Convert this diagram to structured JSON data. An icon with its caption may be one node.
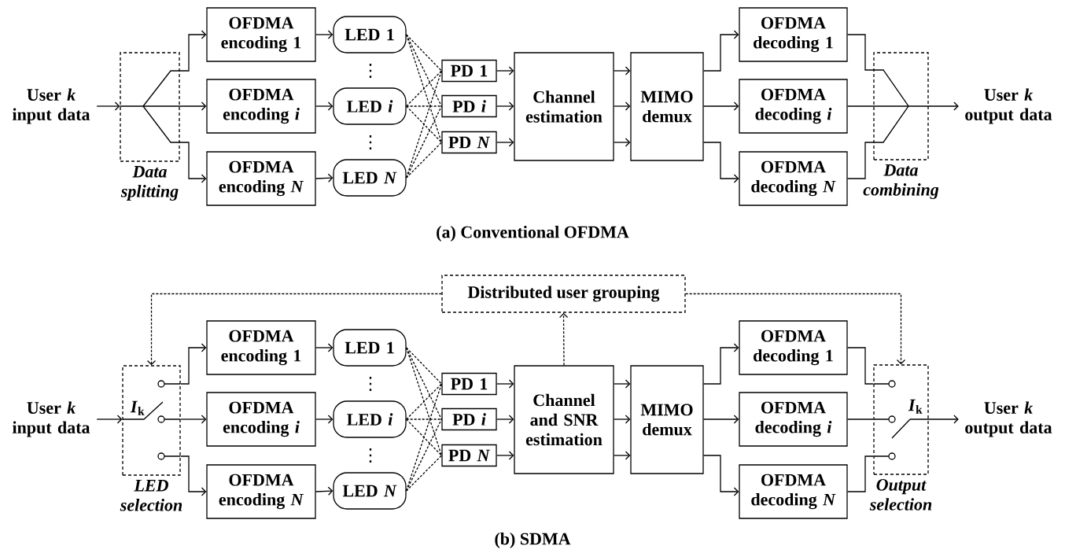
{
  "diagram": {
    "nodes": [
      {
        "text": [
          "User *k* input data"
        ]
      },
      {
        "text": [],
        "shape": "box",
        "beside": [
          "Data splitting"
        ]
      },
      {
        "text": [
          "OFDMA encoding 1"
        ]
      },
      {
        "text": [
          "OFDMA encoding *i*"
        ]
      },
      {
        "text": [
          "OFDMA encoding *N*"
        ]
      },
      {
        "text": [
          "LED 1"
        ]
      },
      {
        "text": [
          "LED *i*"
        ]
      },
      {
        "text": [
          "LED *N*"
        ]
      },
      {
        "text": [
          "PD 1"
        ]
      },
      {
        "text": [
          "PD *i*"
        ]
      },
      {
        "text": [
          "PD *N*"
        ]
      },
      {
        "text": [
          "Channel estimation"
        ]
      },
      {
        "text": [
          "MIMO demux"
        ]
      },
      {
        "text": [
          "OFDMA decoding 1"
        ]
      },
      {
        "text": [
          "OFDMA decoding *i*"
        ]
      },
      {
        "text": [
          "OFDMA decoding *N*"
        ]
      },
      {
        "text": [],
        "shape": "box",
        "beside": [
          "Data combining"
        ]
      },
      {
        "text": [
          "User *k* output data"
        ]
      },
      {
        "text": [
          "Distributed user grouping"
        ]
      },
      {
        "text": [
          "User *k* input data"
        ]
      },
      {
        "text": [
          "*I*$_{k}$"
        ],
        "beside": [
          "LED selection"
        ]
      },
      {
        "text": [
          "OFDMA encoding 1"
        ]
      },
      {
        "text": [
          "OFDMA encoding *i*"
        ]
      },
      {
        "text": [
          "OFDMA encoding *N*"
        ]
      },
      {
        "text": [
          "LED 1"
        ]
      },
      {
        "text": [
          "LED *i*"
        ]
      },
      {
        "text": [
          "LED *N*"
        ]
      },
      {
        "text": [
          "PD 1"
        ]
      },
      {
        "text": [
          "PD *i*"
        ]
      },
      {
        "text": [
          "PD *N*"
        ]
      },
      {
        "text": [
          "Channel and SNR estimation"
        ]
      },
      {
        "text": [
          "MIMO demux"
        ]
      },
      {
        "text": [
          "OFDMA decoding 1"
        ]
      },
      {
        "text": [
          "OFDMA decoding *i*"
        ]
      },
      {
        "text": [
          "OFDMA decoding *N*"
        ]
      },
      {
        "text": [
          "*I*$_{k}$"
        ],
        "beside": [
          "Output selection"
        ]
      },
      {
        "text": [
          "User *k* output data"
        ]
      }
    ],
    "edges": [
      {
        "from": 0,
        "to": 1,
        "arrow": "to"
      },
      {
        "from": 1,
        "to": 2,
        "arrow": "to"
      },
      {
        "from": 1,
        "to": 3,
        "arrow": "to"
      },
      {
        "from": 1,
        "to": 4,
        "arrow": "to"
      },
      {
        "from": 2,
        "to": 5,
        "arrow": "to"
      },
      {
        "from": 3,
        "to": 6,
        "arrow": "to"
      },
      {
        "from": 4,
        "to": 7,
        "arrow": "to"
      },
      {
        "from": 5,
        "to": 8,
        "arrow": "none",
        "style": "dashed"
      },
      {
        "from": 5,
        "to": 9,
        "arrow": "none",
        "style": "dashed"
      },
      {
        "from": 5,
        "to": 10,
        "arrow": "none",
        "style": "dashed"
      },
      {
        "from": 6,
        "to": 8,
        "arrow": "none",
        "style": "dashed"
      },
      {
        "from": 6,
        "to": 9,
        "arrow": "none",
        "style": "dashed"
      },
      {
        "from": 6,
        "to": 10,
        "arrow": "none",
        "style": "dashed"
      },
      {
        "from": 7,
        "to": 8,
        "arrow": "none",
        "style": "dashed"
      },
      {
        "from": 7,
        "to": 9,
        "arrow": "none",
        "style": "dashed"
      },
      {
        "from": 7,
        "to": 10,
        "arrow": "none",
        "style": "dashed"
      },
      {
        "from": 8,
        "to": 11,
        "arrow": "to"
      },
      {
        "from": 9,
        "to": 11,
        "arrow": "to"
      },
      {
        "from": 10,
        "to": 11,
        "arrow": "to"
      },
      {
        "from": 11,
        "to": 12,
        "arrow": "to"
      },
      {
        "from": 11,
        "to": 12,
        "arrow": "to"
      },
      {
        "from": 11,
        "to": 12,
        "arrow": "to"
      },
      {
        "from": 12,
        "to": 13,
        "arrow": "to"
      },
      {
        "from": 12,
        "to": 14,
        "arrow": "to"
      },
      {
        "from": 12,
        "to": 15,
        "arrow": "to"
      },
      {
        "from": 13,
        "to": 16,
        "arrow": "none"
      },
      {
        "from": 14,
        "to": 16,
        "arrow": "none"
      },
      {
        "from": 15,
        "to": 16,
        "arrow": "none"
      },
      {
        "from": 16,
        "to": 17,
        "arrow": "to"
      },
      {
        "from": 19,
        "to": 20,
        "arrow": "to"
      },
      {
        "from": 20,
        "to": 21,
        "arrow": "to"
      },
      {
        "from": 20,
        "to": 22,
        "arrow": "to"
      },
      {
        "from": 20,
        "to": 23,
        "arrow": "to"
      },
      {
        "from": 21,
        "to": 24,
        "arrow": "to"
      },
      {
        "from": 22,
        "to": 25,
        "arrow": "to"
      },
      {
        "from": 23,
        "to": 26,
        "arrow": "to"
      },
      {
        "from": 24,
        "to": 27,
        "arrow": "none",
        "style": "dashed"
      },
      {
        "from": 24,
        "to": 28,
        "arrow": "none",
        "style": "dashed"
      },
      {
        "from": 24,
        "to": 29,
        "arrow": "none",
        "style": "dashed"
      },
      {
        "from": 25,
        "to": 27,
        "arrow": "none",
        "style": "dashed"
      },
      {
        "from": 25,
        "to": 28,
        "arrow": "none",
        "style": "dashed"
      },
      {
        "from": 25,
        "to": 29,
        "arrow": "none",
        "style": "dashed"
      },
      {
        "from": 26,
        "to": 27,
        "arrow": "none",
        "style": "dashed"
      },
      {
        "from": 26,
        "to": 28,
        "arrow": "none",
        "style": "dashed"
      },
      {
        "from": 26,
        "to": 29,
        "arrow": "none",
        "style": "dashed"
      },
      {
        "from": 27,
        "to": 30,
        "arrow": "to"
      },
      {
        "from": 28,
        "to": 30,
        "arrow": "to"
      },
      {
        "from": 29,
        "to": 30,
        "arrow": "to"
      },
      {
        "from": 30,
        "to": 31,
        "arrow": "to"
      },
      {
        "from": 30,
        "to": 31,
        "arrow": "to"
      },
      {
        "from": 30,
        "to": 31,
        "arrow": "to"
      },
      {
        "from": 31,
        "to": 32,
        "arrow": "to"
      },
      {
        "from": 31,
        "to": 33,
        "arrow": "to"
      },
      {
        "from": 31,
        "to": 34,
        "arrow": "to"
      },
      {
        "from": 32,
        "to": 35,
        "arrow": "none"
      },
      {
        "from": 33,
        "to": 35,
        "arrow": "none"
      },
      {
        "from": 34,
        "to": 35,
        "arrow": "none"
      },
      {
        "from": 35,
        "to": 36,
        "arrow": "to"
      },
      {
        "from": 30,
        "to": 18,
        "arrow": "to",
        "style": "dashed"
      },
      {
        "from": 18,
        "to": 20,
        "arrow": "to",
        "style": "dashed"
      },
      {
        "from": 18,
        "to": 35,
        "arrow": "to",
        "style": "dashed"
      }
    ],
    "labels": [
      "⋮",
      "⋮",
      "(a) Conventional OFDMA",
      "⋮",
      "⋮",
      "(b) SDMA"
    ]
  }
}
